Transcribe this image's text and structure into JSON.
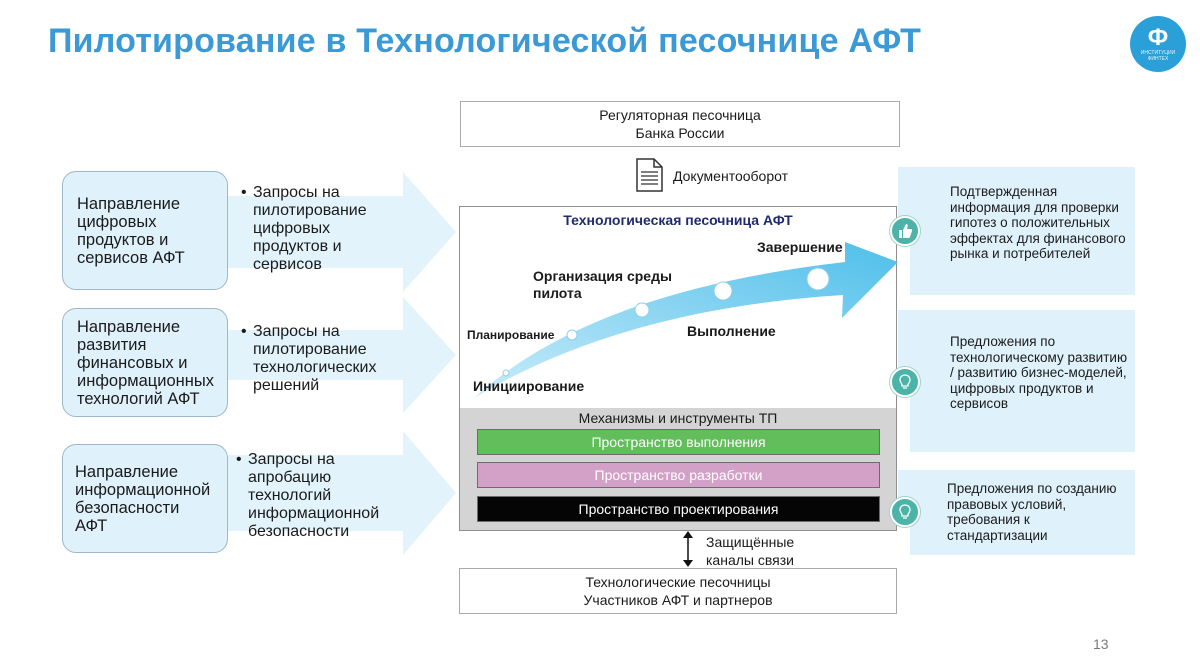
{
  "title": "Пилотирование в Технологической песочнице АФТ",
  "logo": {
    "glyph": "Ф",
    "caption": "ИНСТИТУЦИИ ФИНТЕХ"
  },
  "page_number": "13",
  "regulatory_box": "Регуляторная песочница\nБанка России",
  "docflow_label": "Документооборот",
  "directions": [
    {
      "label": "Направление цифровых продуктов и сервисов АФТ",
      "request": "Запросы на пилотирование цифровых продуктов и сервисов"
    },
    {
      "label": "Направление развития финансовых и информационных технологий АФТ",
      "request": "Запросы на пилотирование технологических решений"
    },
    {
      "label": "Направление информационной безопасности АФТ",
      "request": "Запросы на апробацию технологий информационной безопасности"
    }
  ],
  "sandbox": {
    "title": "Технологическая песочница АФТ",
    "stages": {
      "initiation": "Инициирование",
      "planning": "Планирование",
      "environment": "Организация среды пилота",
      "execution": "Выполнение",
      "completion": "Завершение"
    },
    "mechanisms_title": "Механизмы и инструменты ТП",
    "spaces": [
      {
        "label": "Пространство выполнения",
        "color": "#62bd5b",
        "text_color": "#ffffff"
      },
      {
        "label": "Пространство разработки",
        "color": "#d3a0c8",
        "text_color": "#ffffff"
      },
      {
        "label": "Пространство проектирования",
        "color": "#050505",
        "text_color": "#ffffff"
      }
    ]
  },
  "protected_channels": "Защищённые\nканалы связи",
  "participants_box": "Технологические песочницы\nУчастников АФТ и партнеров",
  "outputs": [
    {
      "text": "Подтвержденная информация для проверки гипотез о положительных эффектах для финансового рынка и потребителей",
      "icon": "thumbs-up-icon"
    },
    {
      "text": "Предложения по технологическому развитию / развитию бизнес-моделей, цифровых продуктов и сервисов",
      "icon": "lightbulb-icon"
    },
    {
      "text": "Предложения по созданию правовых условий, требования к стандартизации",
      "icon": "lightbulb-icon"
    }
  ],
  "colors": {
    "title": "#3b9ad6",
    "light_blue": "#dff1fb",
    "arrow_blue": "#5cc3ec",
    "mechanisms_bg": "#d4d4d4"
  }
}
